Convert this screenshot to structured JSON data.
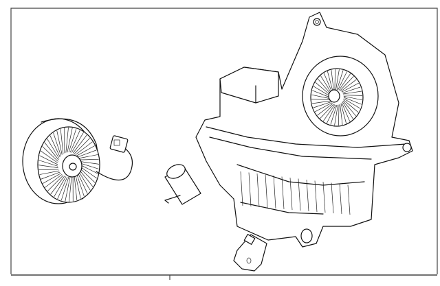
{
  "diagram": {
    "type": "exploded-parts-illustration",
    "parts": [
      {
        "id": "blower-motor",
        "name": "blower-motor-wheel"
      },
      {
        "id": "motor-connector",
        "name": "motor-connector"
      },
      {
        "id": "sensor",
        "name": "temperature-sensor"
      },
      {
        "id": "hvac-housing",
        "name": "blower-housing-assembly"
      },
      {
        "id": "actuator",
        "name": "mode-door-actuator"
      }
    ],
    "colors": {
      "line": "#111111",
      "background": "#ffffff",
      "frame": "#444444"
    }
  }
}
